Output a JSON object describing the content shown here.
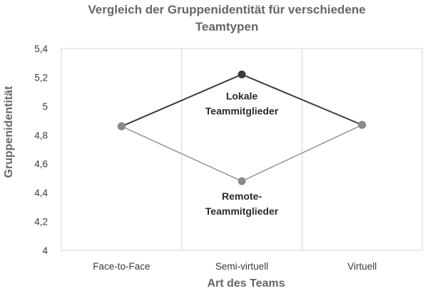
{
  "chart_data": {
    "type": "line",
    "title": [
      "Vergleich der Gruppenidentität für verschiedene",
      "Teamtypen"
    ],
    "xlabel": "Art des Teams",
    "ylabel": "Gruppenidentität",
    "categories": [
      "Face-to-Face",
      "Semi-virtuell",
      "Virtuell"
    ],
    "ylim": [
      4,
      5.4
    ],
    "yticks": [
      "4",
      "4,2",
      "4,4",
      "4,6",
      "4,8",
      "5",
      "5,2",
      "5,4"
    ],
    "grid": "vertical",
    "series": [
      {
        "name": "Lokale Teammitglieder",
        "values": [
          4.86,
          5.22,
          4.87
        ],
        "color": "#3c3c3c"
      },
      {
        "name": "Remote-Teammitglieder",
        "values": [
          4.86,
          4.48,
          4.87
        ],
        "color": "#8a8a8a"
      }
    ],
    "annotations": [
      {
        "lines": [
          "Lokale",
          "Teammitglieder"
        ],
        "series": 0
      },
      {
        "lines": [
          "Remote-",
          "Teammitglieder"
        ],
        "series": 1
      }
    ]
  }
}
